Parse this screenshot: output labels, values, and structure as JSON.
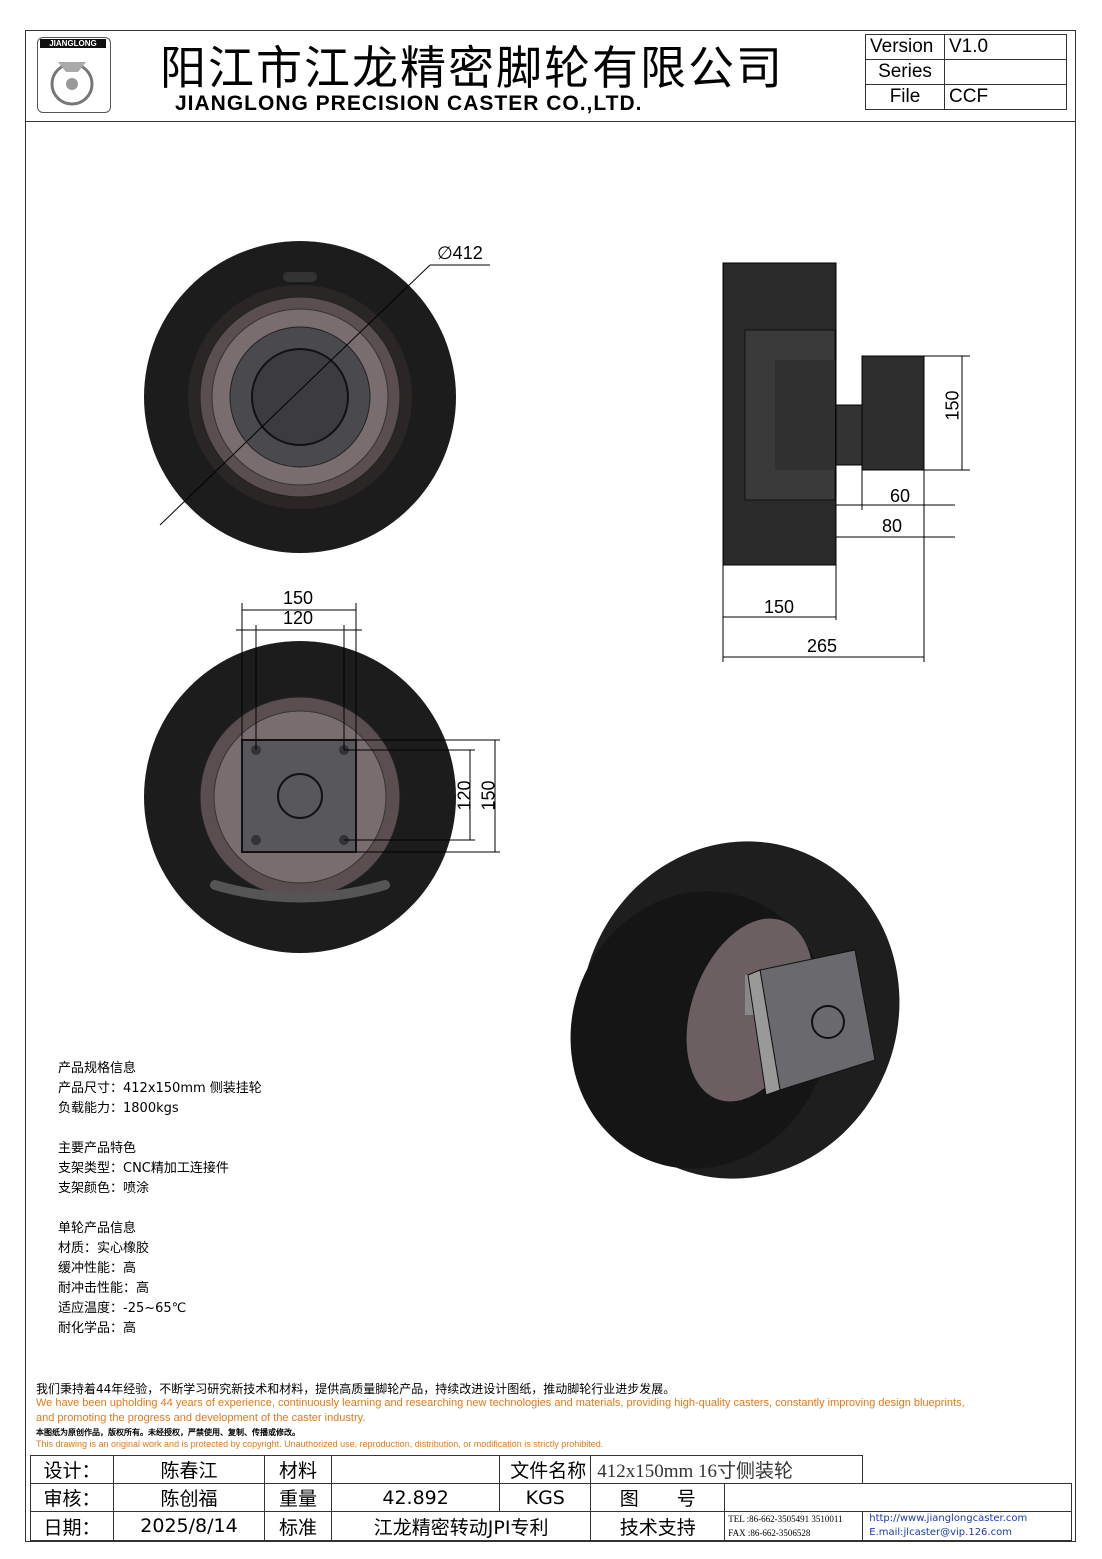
{
  "header": {
    "logo_text": "JIANGLONG",
    "cn_title": "阳江市江龙精密脚轮有限公司",
    "en_title": "JIANGLONG PRECISION CASTER CO.,LTD.",
    "info": [
      {
        "label": "Version",
        "value": "V1.0"
      },
      {
        "label": "Series",
        "value": ""
      },
      {
        "label": "File",
        "value": "CCF"
      }
    ]
  },
  "dimensions": {
    "diameter": "∅412",
    "side_height": "150",
    "side_60": "60",
    "side_80": "80",
    "side_150": "150",
    "side_265": "265",
    "plate_150": "150",
    "plate_120": "120",
    "plate_v120": "120",
    "plate_v150": "150"
  },
  "specs": {
    "group1": [
      "产品规格信息",
      "产品尺寸：412x150mm 侧装挂轮",
      "负载能力：1800kgs"
    ],
    "group2": [
      "主要产品特色",
      "支架类型：CNC精加工连接件",
      "支架颜色：喷涂"
    ],
    "group3": [
      "单轮产品信息",
      "材质：实心橡胶",
      "缓冲性能：高",
      "耐冲击性能：高",
      "适应温度：-25~65℃",
      "耐化学品：高"
    ]
  },
  "notes": {
    "cn_1": "我们秉持着44年经验，不断学习研究新技术和材料，提供高质量脚轮产品，持续改进设计图纸，推动脚轮行业进步发展。",
    "en_1a": "We have been upholding 44 years of experience, continuously learning and researching new technologies and materials, providing high-quality casters, constantly improving design blueprints,",
    "en_1b": "and promoting the progress and development of the caster industry.",
    "cn_2": "本图纸为原创作品，版权所有。未经授权，严禁使用、复制、传播或修改。",
    "en_2": "This drawing is an original work and is protected by copyright. Unauthorized use, reproduction, distribution, or modification is strictly prohibited."
  },
  "title_block": {
    "design_label": "设计：",
    "designer": "陈春江",
    "material_label": "材料",
    "material": "",
    "filename_label": "文件名称",
    "filename": "412x150mm 16寸侧装轮",
    "review_label": "审核：",
    "reviewer": "陈创福",
    "weight_label": "重量",
    "weight": "42.892",
    "weight_unit": "KGS",
    "drawing_no_label": "图　　号",
    "drawing_no": "",
    "date_label": "日期：",
    "date": "2025/8/14",
    "standard_label": "标准",
    "standard": "江龙精密转动JPI专利",
    "support_label": "技术支持",
    "tel": "TEL :86-662-3505491 3510011",
    "fax": "FAX :86-662-3506528",
    "website": "http://www.jianglongcaster.com",
    "email": "E.mail:jlcaster@vip.126.com"
  },
  "colors": {
    "tire": "#1c1c1c",
    "rim": "#6b5f62",
    "accent_orange": "#e07a1c"
  }
}
